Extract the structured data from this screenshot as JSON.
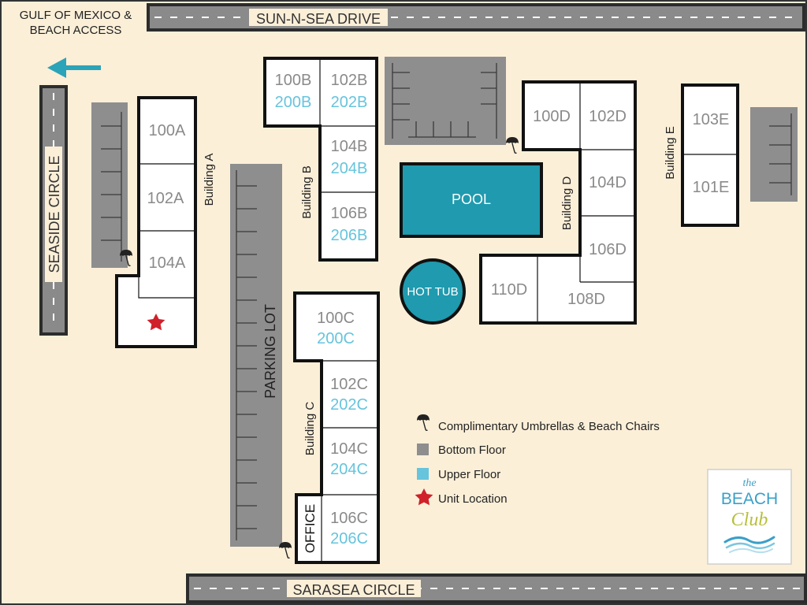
{
  "beach_access_label": [
    "GULF OF MEXICO &",
    "BEACH ACCESS"
  ],
  "streets": {
    "top": "SUN-N-SEA DRIVE",
    "left": "SEASIDE CIRCLE",
    "bottom": "SARASEA CIRCLE"
  },
  "parking_lot_label": "PARKING LOT",
  "pool_label": "POOL",
  "hot_tub_label": "HOT TUB",
  "office_label": "OFFICE",
  "buildings": {
    "a": {
      "name": "Building A",
      "units": [
        "100A",
        "102A",
        "104A"
      ]
    },
    "b": {
      "name": "Building B",
      "units": [
        "100B",
        "102B",
        "104B",
        "106B"
      ],
      "upper": [
        "200B",
        "202B",
        "204B",
        "206B"
      ]
    },
    "c": {
      "name": "Building C",
      "units": [
        "100C",
        "102C",
        "104C",
        "106C"
      ],
      "upper": [
        "200C",
        "202C",
        "204C",
        "206C"
      ]
    },
    "d": {
      "name": "Building D",
      "units": [
        "100D",
        "102D",
        "104D",
        "106D",
        "110D",
        "108D"
      ]
    },
    "e": {
      "name": "Building E",
      "units": [
        "103E",
        "101E"
      ]
    }
  },
  "legend": {
    "umbrella": "Complimentary Umbrellas & Beach Chairs",
    "bottom": "Bottom Floor",
    "upper": "Upper Floor",
    "unit": "Unit Location"
  },
  "logo": {
    "the": "the",
    "beach": "BEACH",
    "club": "Club"
  },
  "colors": {
    "background": "#fbefd8",
    "road": "#8a8a8a",
    "parking": "#8e8e8e",
    "unit_text": "#8a8a8a",
    "upper_text": "#66c4dd",
    "pool": "#1f9aae",
    "star": "#d0202a",
    "arrow": "#2ba3b8",
    "logo_beach": "#3aa0c8",
    "logo_club": "#b7bf3a"
  },
  "icons": {
    "umbrella": "umbrella-icon",
    "star": "star-icon",
    "arrow": "arrow-left-icon"
  }
}
